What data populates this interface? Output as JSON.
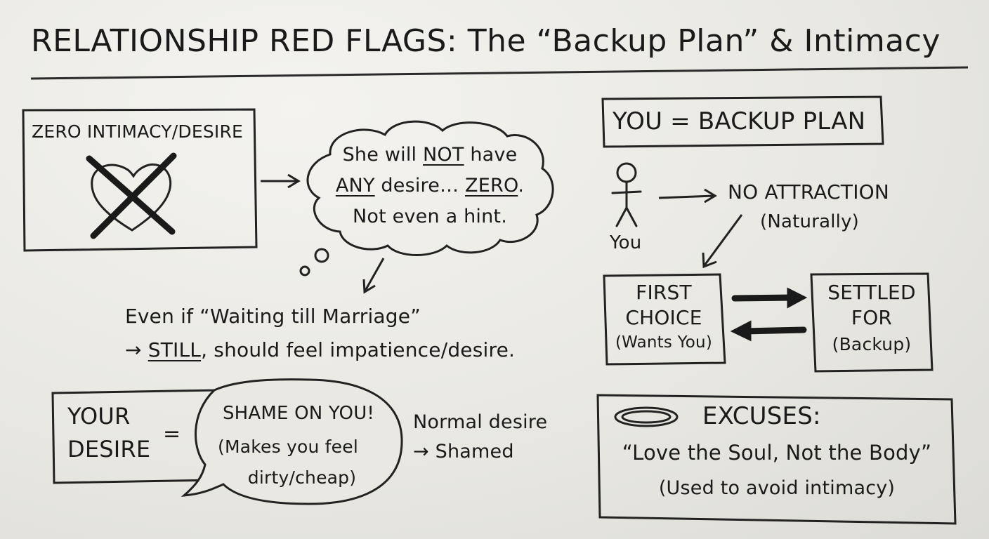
{
  "title": "RELATIONSHIP RED FLAGS: The “Backup Plan” & Intimacy",
  "zero_box": {
    "label": "ZERO INTIMACY/DESIRE",
    "icon": "crossed-out-heart-icon"
  },
  "thought_bubble": {
    "line1_pre": "She will ",
    "line1_em": "NOT",
    "line1_post": " have",
    "line2_em1": "ANY",
    "line2_mid": " desire… ",
    "line2_em2": "ZERO",
    "line2_post": ".",
    "line3": "Not even a hint."
  },
  "waiting": {
    "line1": "Even if “Waiting till Marriage”",
    "line2_pre": "→ ",
    "line2_em": "STILL",
    "line2_post": ", should feel impatience/desire."
  },
  "your_desire": {
    "label_line1": "YOUR",
    "label_line2": "DESIRE",
    "equals": "="
  },
  "shame_bubble": {
    "line1": "SHAME ON YOU!",
    "line2": "(Makes you feel",
    "line3": "dirty/cheap)"
  },
  "normal_desire": {
    "line1": "Normal desire",
    "line2": "→ Shamed"
  },
  "backup_box": {
    "label": "YOU = BACKUP PLAN"
  },
  "stick_figure": {
    "label": "You",
    "icon": "stick-figure-icon"
  },
  "no_attraction": {
    "line1": "NO ATTRACTION",
    "line2": "(Naturally)"
  },
  "first_choice": {
    "line1": "FIRST",
    "line2": "CHOICE",
    "line3": "(Wants You)"
  },
  "settled_for": {
    "line1": "SETTLED",
    "line2": "FOR",
    "line3": "(Backup)"
  },
  "excuses": {
    "icon": "halo-icon",
    "heading": "EXCUSES:",
    "quote": "“Love the Soul, Not the Body”",
    "note": "(Used to avoid intimacy)"
  }
}
